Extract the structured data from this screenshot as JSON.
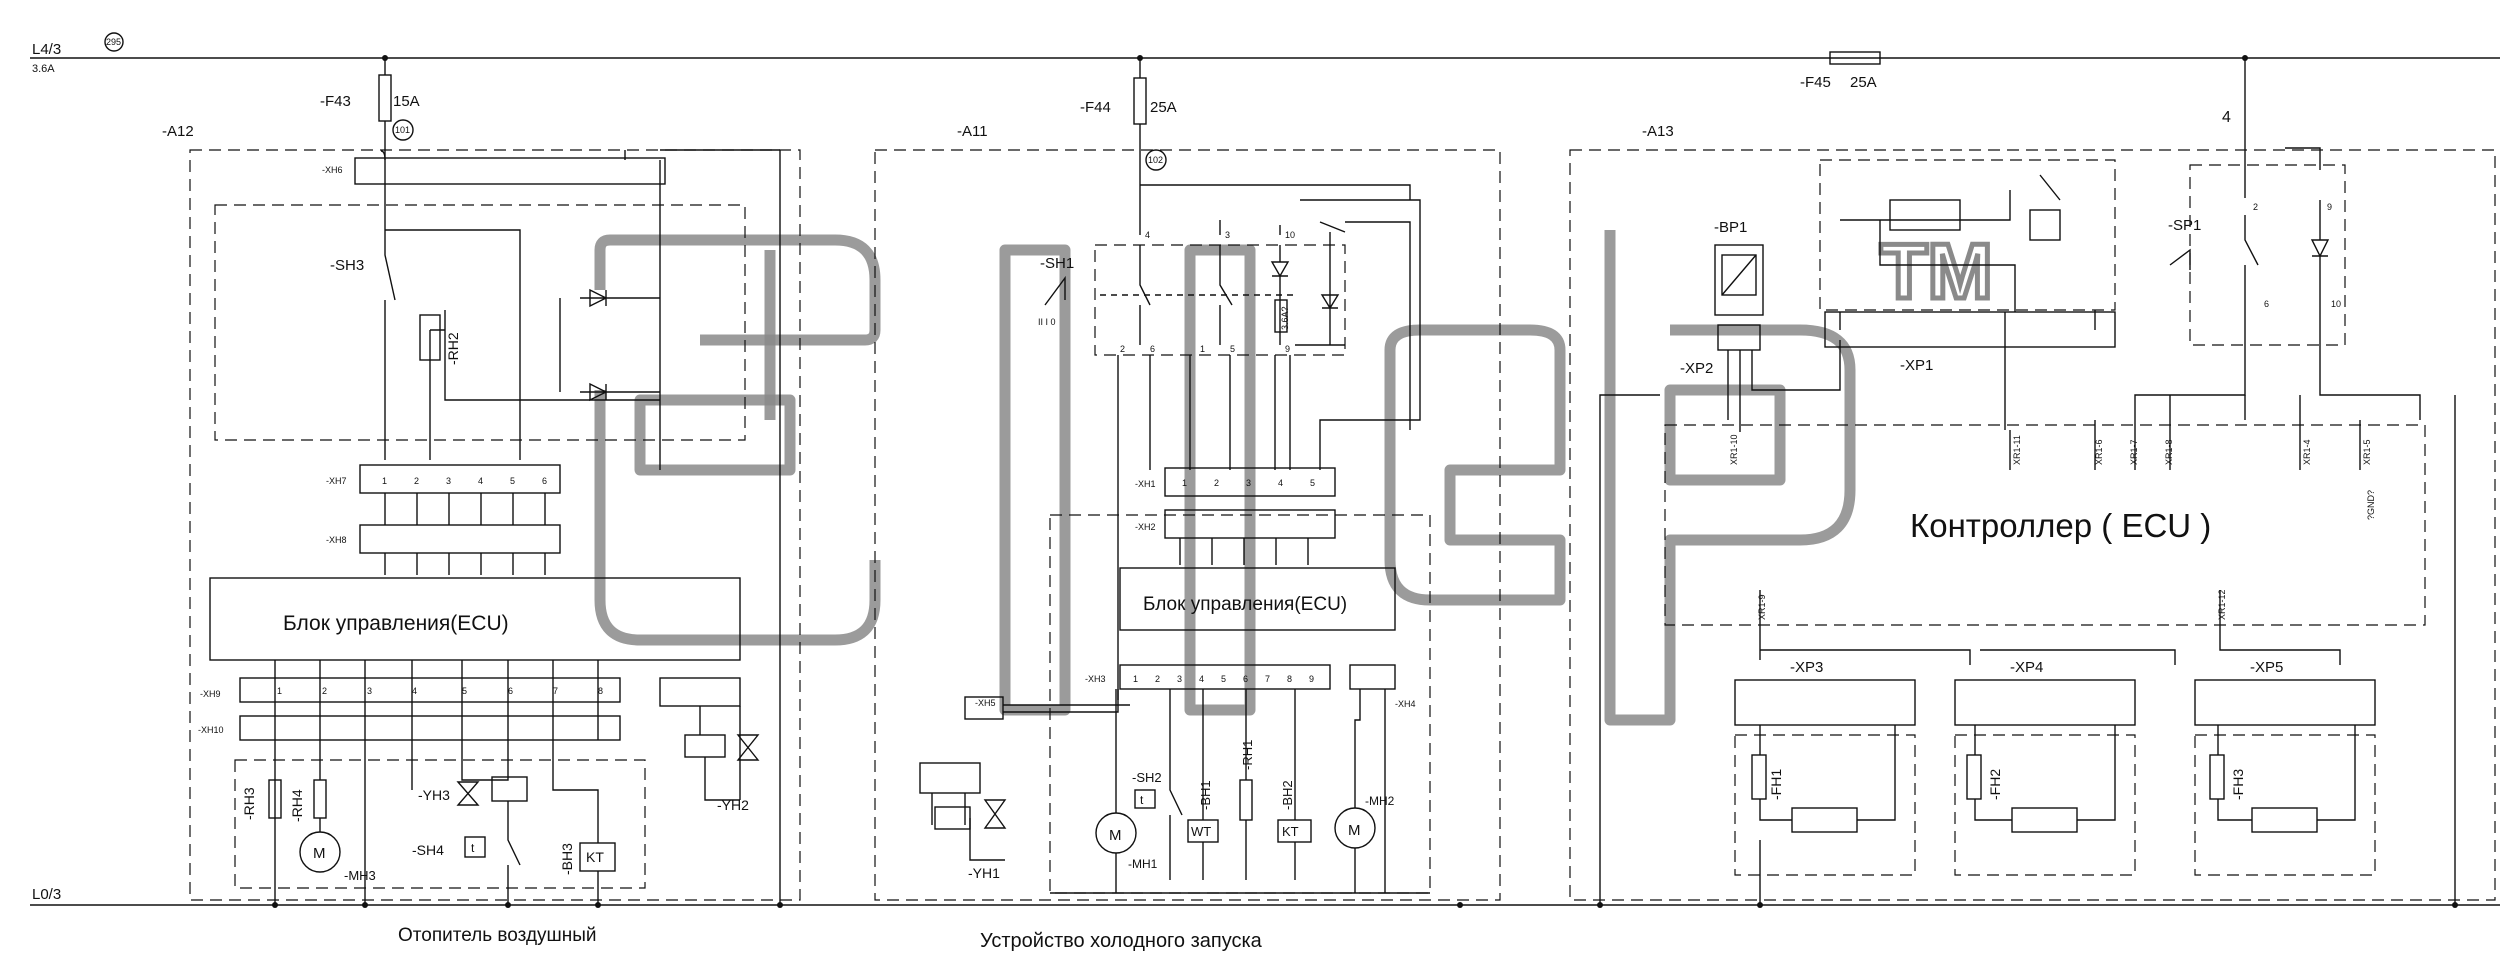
{
  "rails": {
    "top": "L4/3",
    "top_sub": "3.6A",
    "bottom": "L0/3",
    "node_top": "295"
  },
  "fuses": [
    {
      "ref": "-F43",
      "rating": "15A",
      "node": "101"
    },
    {
      "ref": "-F44",
      "rating": "25A",
      "node": "102"
    },
    {
      "ref": "-F45",
      "rating": "25A"
    }
  ],
  "corner_number": "4",
  "blocks": {
    "a12": {
      "ref": "-A12",
      "ecu": "Блок управления(ECU)",
      "caption": "Отопитель воздушный"
    },
    "a11": {
      "ref": "-A11",
      "ecu": "Блок управления(ECU)",
      "caption": "Устройство холодного запуска"
    },
    "a13": {
      "ref": "-A13",
      "ecu": "Контроллер ( ECU )"
    }
  },
  "a12_labels": {
    "xh6": "-XH6",
    "sh3": "-SH3",
    "rh2": "-RH2",
    "xh7": "-XH7",
    "xh8": "-XH8",
    "xh9": "-XH9",
    "xh10": "-XH10",
    "rh3": "-RH3",
    "rh4": "-RH4",
    "mh3": "-MH3",
    "yh3": "-YH3",
    "sh4": "-SH4",
    "bh3": "-BH3",
    "yh2": "-YH2",
    "motor": "M",
    "kt": "KT",
    "timer": "t"
  },
  "a11_labels": {
    "sh1": "-SH1",
    "xh1": "-XH1",
    "xh2": "-XH2",
    "xh3": "-XH3",
    "xh4": "-XH4",
    "xh5": "-XH5",
    "yh1": "-YH1",
    "sh2": "-SH2",
    "mh1": "-MH1",
    "bh1": "-BH1",
    "rh1": "-RH1",
    "bh2": "-BH2",
    "mh2": "-MH2",
    "wt": "WT",
    "kt": "KT",
    "motor": "M",
    "timer": "t",
    "sh1_pos": "II I 0",
    "sh1_note": "3.6A?"
  },
  "a13_labels": {
    "bp1": "-BP1",
    "xp2": "-XP2",
    "xp1": "-XP1",
    "sp1": "-SP1",
    "xp3": "-XP3",
    "xp4": "-XP4",
    "xp5": "-XP5",
    "fh1": "-FH1",
    "fh2": "-FH2",
    "fh3": "-FH3",
    "conns": [
      "XR1-10",
      "XR1-11",
      "XR1-6",
      "XR1-7",
      "XR1-8",
      "XR1-4",
      "XR1-5",
      "XR1-9",
      "XR1-12"
    ],
    "gnd": "?GND?"
  },
  "pins": {
    "xh7": [
      "1",
      "2",
      "3",
      "4",
      "5",
      "6"
    ],
    "xh9": [
      "1",
      "2",
      "3",
      "4",
      "5",
      "6",
      "7",
      "8"
    ],
    "xh1": [
      "1",
      "2",
      "3",
      "4",
      "5"
    ],
    "xh3": [
      "1",
      "2",
      "3",
      "4",
      "5",
      "6",
      "7",
      "8",
      "9"
    ],
    "sh1_top": [
      "4",
      "3",
      "10"
    ],
    "sh1_bot": [
      "2",
      "6",
      "1",
      "5",
      "9"
    ],
    "sp1": [
      "2",
      "9",
      "6",
      "10"
    ]
  },
  "watermark_text": "ТМ"
}
